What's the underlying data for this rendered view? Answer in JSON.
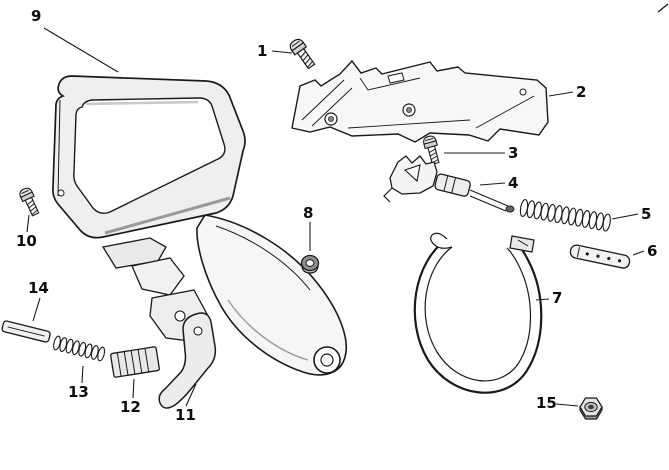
{
  "page": {
    "background": "#ffffff",
    "line_color": "#1a1a1a",
    "fill_light": "#f2f2f2",
    "type_note": "exploded parts diagram"
  },
  "callouts": [
    {
      "label": "1"
    },
    {
      "label": "2"
    },
    {
      "label": "3"
    },
    {
      "label": "4"
    },
    {
      "label": "5"
    },
    {
      "label": "6"
    },
    {
      "label": "7"
    },
    {
      "label": "8"
    },
    {
      "label": "9"
    },
    {
      "label": "10"
    },
    {
      "label": "11"
    },
    {
      "label": "12"
    },
    {
      "label": "13"
    },
    {
      "label": "14"
    },
    {
      "label": "15"
    }
  ]
}
